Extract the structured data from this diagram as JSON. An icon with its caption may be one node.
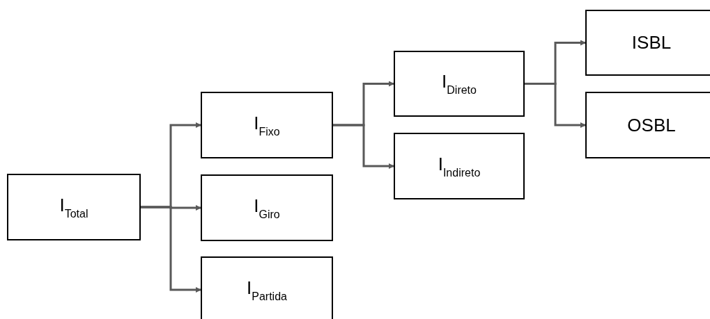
{
  "diagram": {
    "nodes": [
      {
        "text": [
          "I$_{Total}$"
        ]
      },
      {
        "text": [
          "I$_{Fixo}$"
        ]
      },
      {
        "text": [
          "I$_{Giro}$"
        ]
      },
      {
        "text": [
          "I$_{Partida}$"
        ]
      },
      {
        "text": [
          "I$_{Direto}$"
        ]
      },
      {
        "text": [
          "I$_{Indireto}$"
        ]
      },
      {
        "text": [
          "ISBL"
        ]
      },
      {
        "text": [
          "OSBL"
        ]
      }
    ],
    "edges": [
      {
        "from": 0,
        "to": 1,
        "arrow": "to"
      },
      {
        "from": 0,
        "to": 2,
        "arrow": "to"
      },
      {
        "from": 0,
        "to": 3,
        "arrow": "to"
      },
      {
        "from": 1,
        "to": 4,
        "arrow": "to"
      },
      {
        "from": 1,
        "to": 5,
        "arrow": "to"
      },
      {
        "from": 4,
        "to": 6,
        "arrow": "to"
      },
      {
        "from": 4,
        "to": 7,
        "arrow": "to"
      }
    ]
  }
}
